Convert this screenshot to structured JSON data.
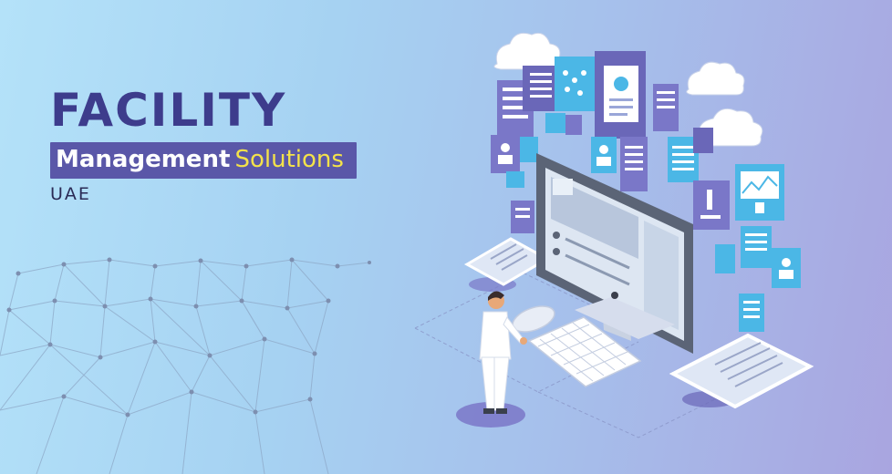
{
  "banner": {
    "title": "FACILITY",
    "subtitle_bold": "Management",
    "subtitle_light": "Solutions",
    "region": "UAE"
  },
  "colors": {
    "title": "#3d3c8c",
    "subtitle_bar": "#5a57a8",
    "subtitle_accent": "#f3e24a",
    "panel_purple": "#7a77c8",
    "panel_blue": "#4bb7e6"
  },
  "icons": [
    "cloud-icon",
    "clipboard-icon",
    "user-profile-icon",
    "chart-icon",
    "microscope-icon",
    "document-icon",
    "monitor-icon",
    "keyboard-icon",
    "mouse-icon",
    "tablet-icon",
    "person-figure"
  ]
}
